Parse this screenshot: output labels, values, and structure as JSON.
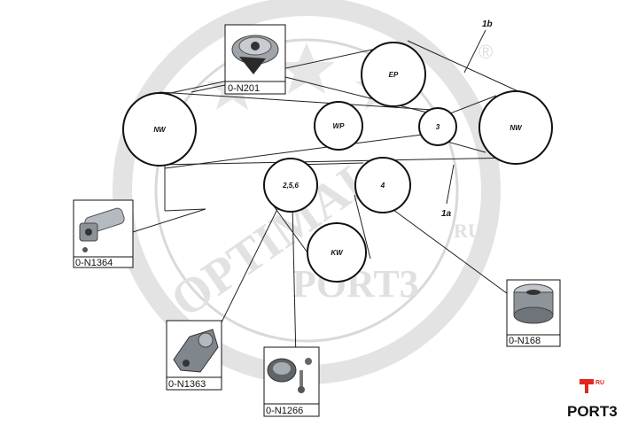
{
  "watermark": {
    "arc_text": "OPTIMAL",
    "site_text": "PORT3",
    "site_suffix": "RU",
    "registered_mark": "®"
  },
  "pulleys": [
    {
      "id": "nw-left",
      "label": "NW"
    },
    {
      "id": "ep",
      "label": "EP"
    },
    {
      "id": "wp",
      "label": "WP"
    },
    {
      "id": "p3",
      "label": "3"
    },
    {
      "id": "nw-right",
      "label": "NW"
    },
    {
      "id": "p256",
      "label": "2,5,6"
    },
    {
      "id": "p4",
      "label": "4"
    },
    {
      "id": "kw",
      "label": "KW"
    }
  ],
  "belt_labels": {
    "b1b": "1b",
    "b1a": "1a"
  },
  "parts": [
    {
      "id": "n201",
      "label": "0-N201",
      "icon": "tensioner-pulley-icon"
    },
    {
      "id": "n1364",
      "label": "0-N1364",
      "icon": "hydraulic-damper-icon"
    },
    {
      "id": "n1363",
      "label": "0-N1363",
      "icon": "tensioner-arm-icon"
    },
    {
      "id": "n1266",
      "label": "0-N1266",
      "icon": "idler-pulley-kit-icon"
    },
    {
      "id": "n168",
      "label": "0-N168",
      "icon": "idler-roller-icon"
    }
  ],
  "brand": {
    "text": "PORT3",
    "suffix": "RU"
  },
  "colors": {
    "belt": "#222222",
    "watermark": "#dcdcdc",
    "brand_red": "#e0281f"
  }
}
